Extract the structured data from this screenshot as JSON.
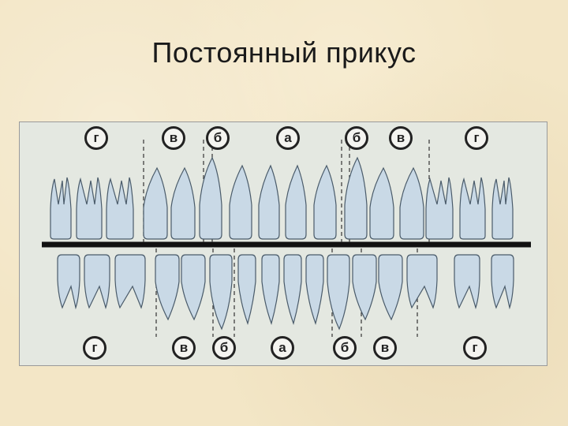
{
  "title": "Постоянный прикус",
  "upper_labels": [
    "г",
    "в",
    "б",
    "а",
    "б",
    "в",
    "г"
  ],
  "lower_labels": [
    "г",
    "в",
    "б",
    "а",
    "б",
    "в",
    "г"
  ],
  "colors": {
    "background": "#f3e6c6",
    "panel": "#e4e8e1",
    "tooth_fill": "#c9d9e6",
    "tooth_stroke": "#4a5b6a",
    "occlusal_line": "#111111"
  },
  "teeth": {
    "upper": [
      "molar",
      "molar",
      "molar",
      "premolar",
      "premolar",
      "canine",
      "incisor",
      "incisor",
      "incisor",
      "incisor",
      "canine",
      "premolar",
      "premolar",
      "molar",
      "molar",
      "molar"
    ],
    "lower": [
      "molar",
      "molar",
      "molar",
      "premolar",
      "premolar",
      "canine",
      "incisor",
      "incisor",
      "incisor",
      "incisor",
      "canine",
      "premolar",
      "premolar",
      "molar",
      "molar",
      "molar"
    ]
  }
}
